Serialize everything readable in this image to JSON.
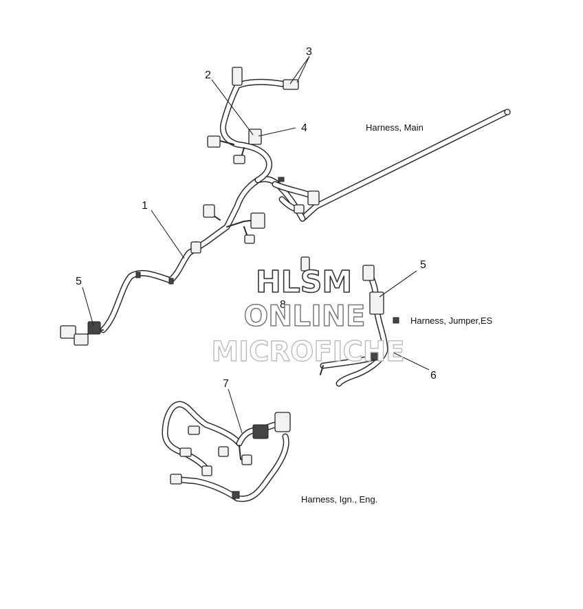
{
  "watermark": {
    "line1": "HLSM",
    "line2": "ONLINE",
    "line3": "MICROFICHE"
  },
  "captions": {
    "main": "Harness, Main",
    "jumper": "Harness, Jumper,ES",
    "ignition": "Harness, Ign., Eng."
  },
  "callouts": {
    "c1": "1",
    "c2": "2",
    "c3": "3",
    "c4": "4",
    "c5a": "5",
    "c5b": "5",
    "c6": "6",
    "c7": "7",
    "c8": "8"
  }
}
